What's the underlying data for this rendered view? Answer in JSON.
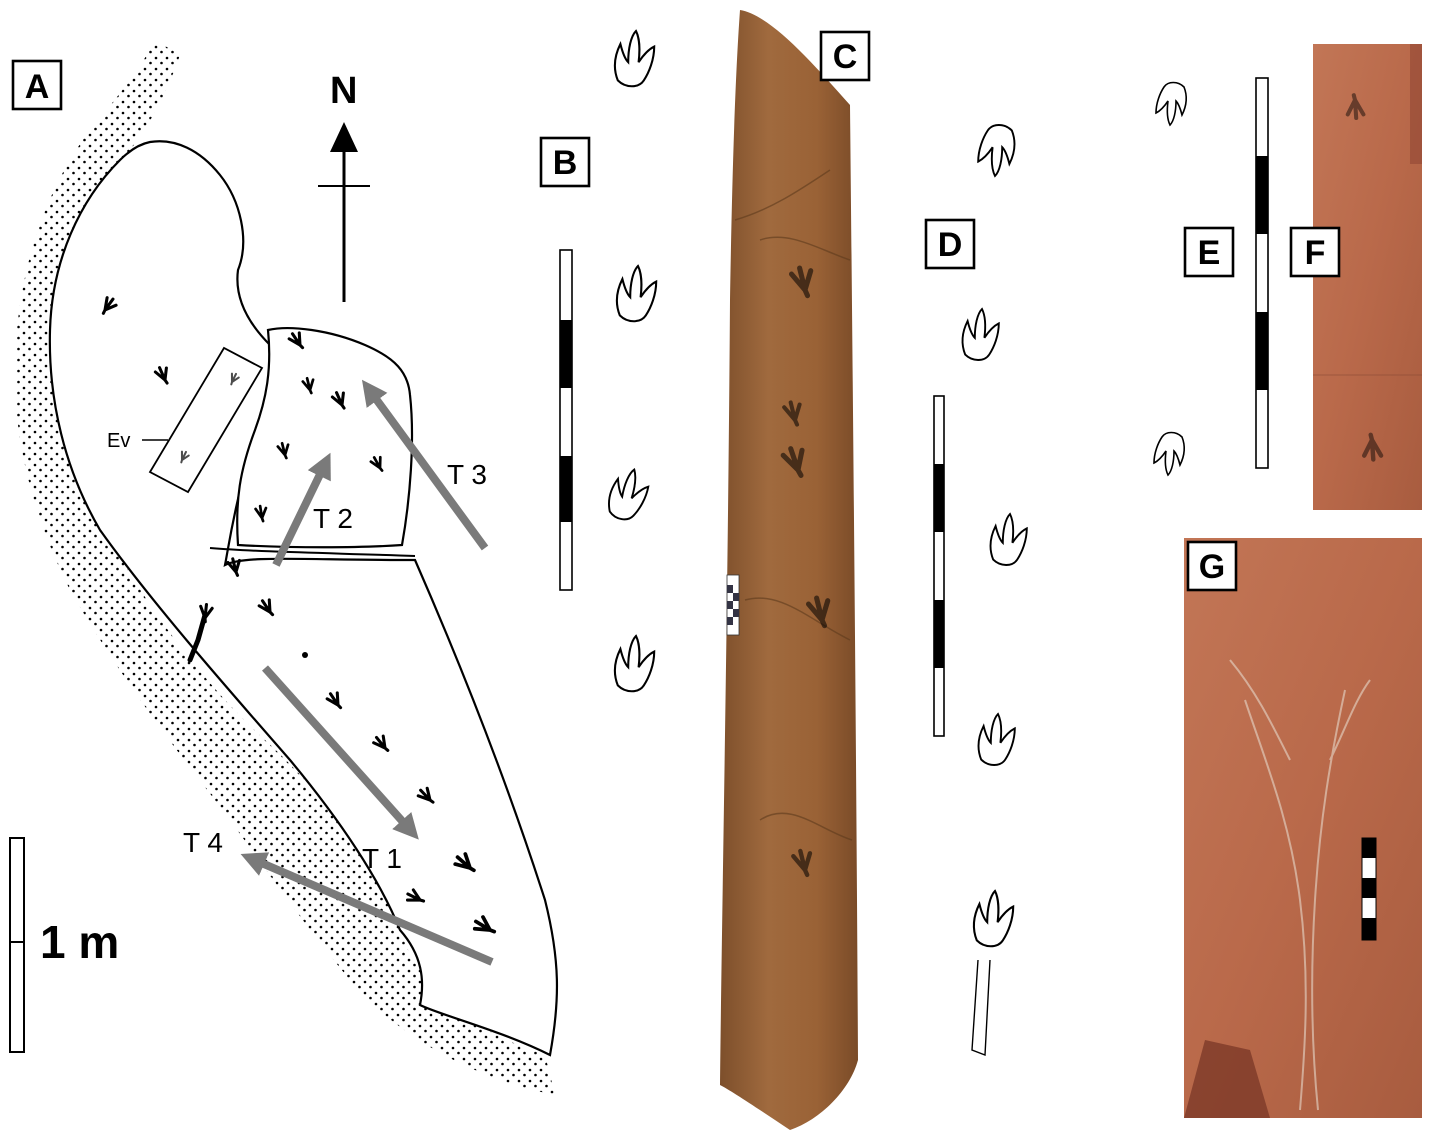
{
  "panels": {
    "a": "A",
    "b": "B",
    "c": "C",
    "d": "D",
    "e": "E",
    "f": "F",
    "g": "G"
  },
  "map": {
    "north": "N",
    "box_label": "Ev",
    "scale_label": "1 m",
    "trackways": [
      "T 1",
      "T 2",
      "T 3",
      "T 4"
    ]
  },
  "colors": {
    "ink": "#000000",
    "arrow": "#7a7a7a",
    "rock": "#9a6236",
    "rock_light": "#b98452",
    "slab_red": "#b96a4c"
  },
  "icons": [
    "north-arrow-icon",
    "footprint-icon",
    "scale-bar-icon",
    "trackway-arrow-icon"
  ]
}
